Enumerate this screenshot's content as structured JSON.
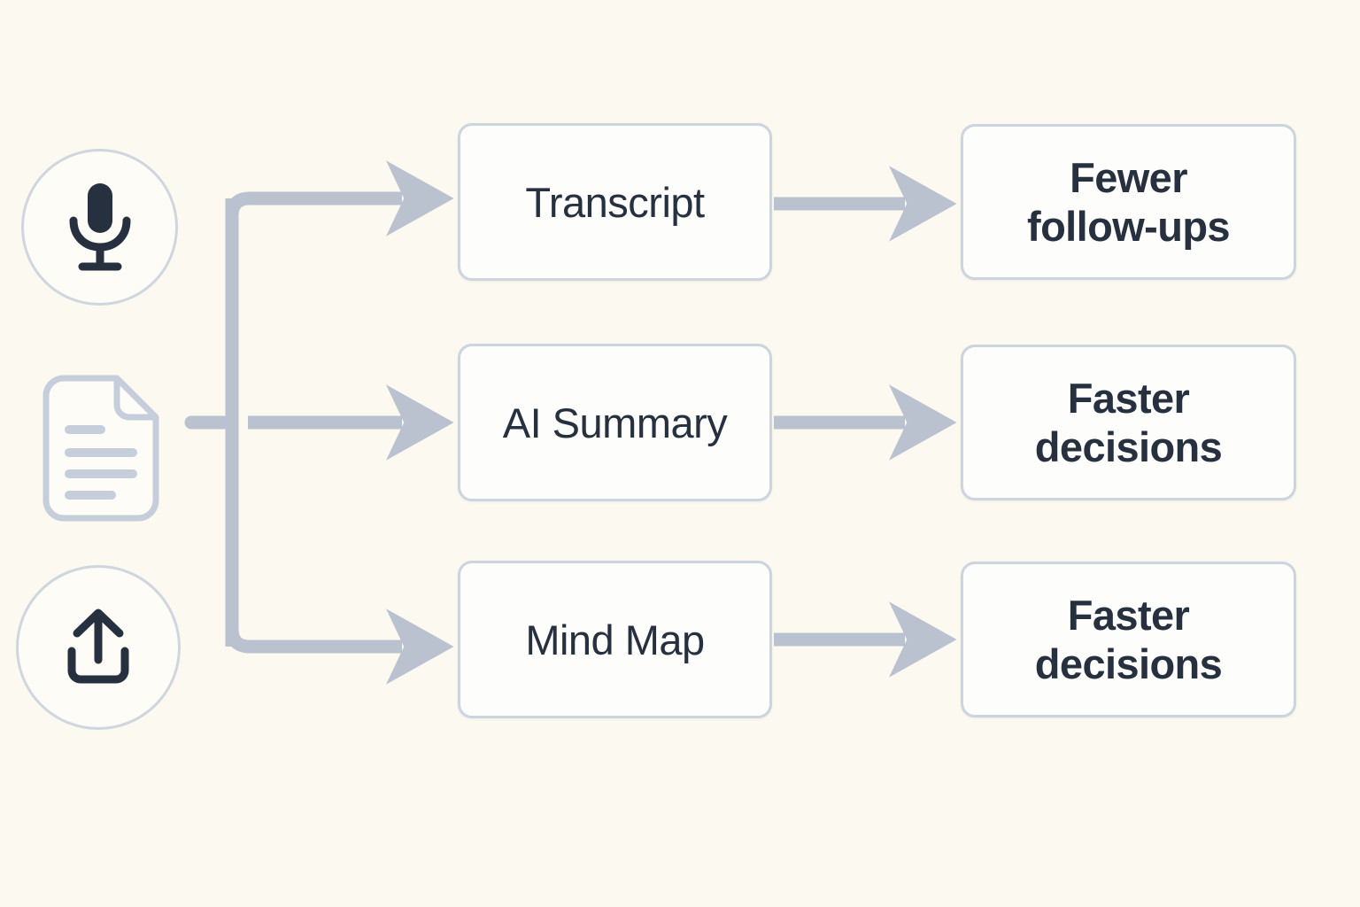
{
  "canvas": {
    "background_color": "#fbf9f0",
    "connector_color": "#b9c2ce",
    "box_border_color": "#ccd4de",
    "box_fill_color": "#fdfdfb",
    "text_color": "#26303f",
    "icon_dark_color": "#26303f",
    "icon_light_color": "#c6cedb"
  },
  "sources": [
    {
      "name": "microphone",
      "icon": "microphone-icon",
      "shape": "circle"
    },
    {
      "name": "document",
      "icon": "document-icon",
      "shape": "page"
    },
    {
      "name": "upload",
      "icon": "upload-icon",
      "shape": "circle"
    }
  ],
  "processes": [
    {
      "label": "Transcript"
    },
    {
      "label": "AI Summary"
    },
    {
      "label": "Mind Map"
    }
  ],
  "outcomes": [
    {
      "label": "Fewer\nfollow-ups"
    },
    {
      "label": "Faster\ndecisions"
    },
    {
      "label": "Faster\ndecisions"
    }
  ]
}
